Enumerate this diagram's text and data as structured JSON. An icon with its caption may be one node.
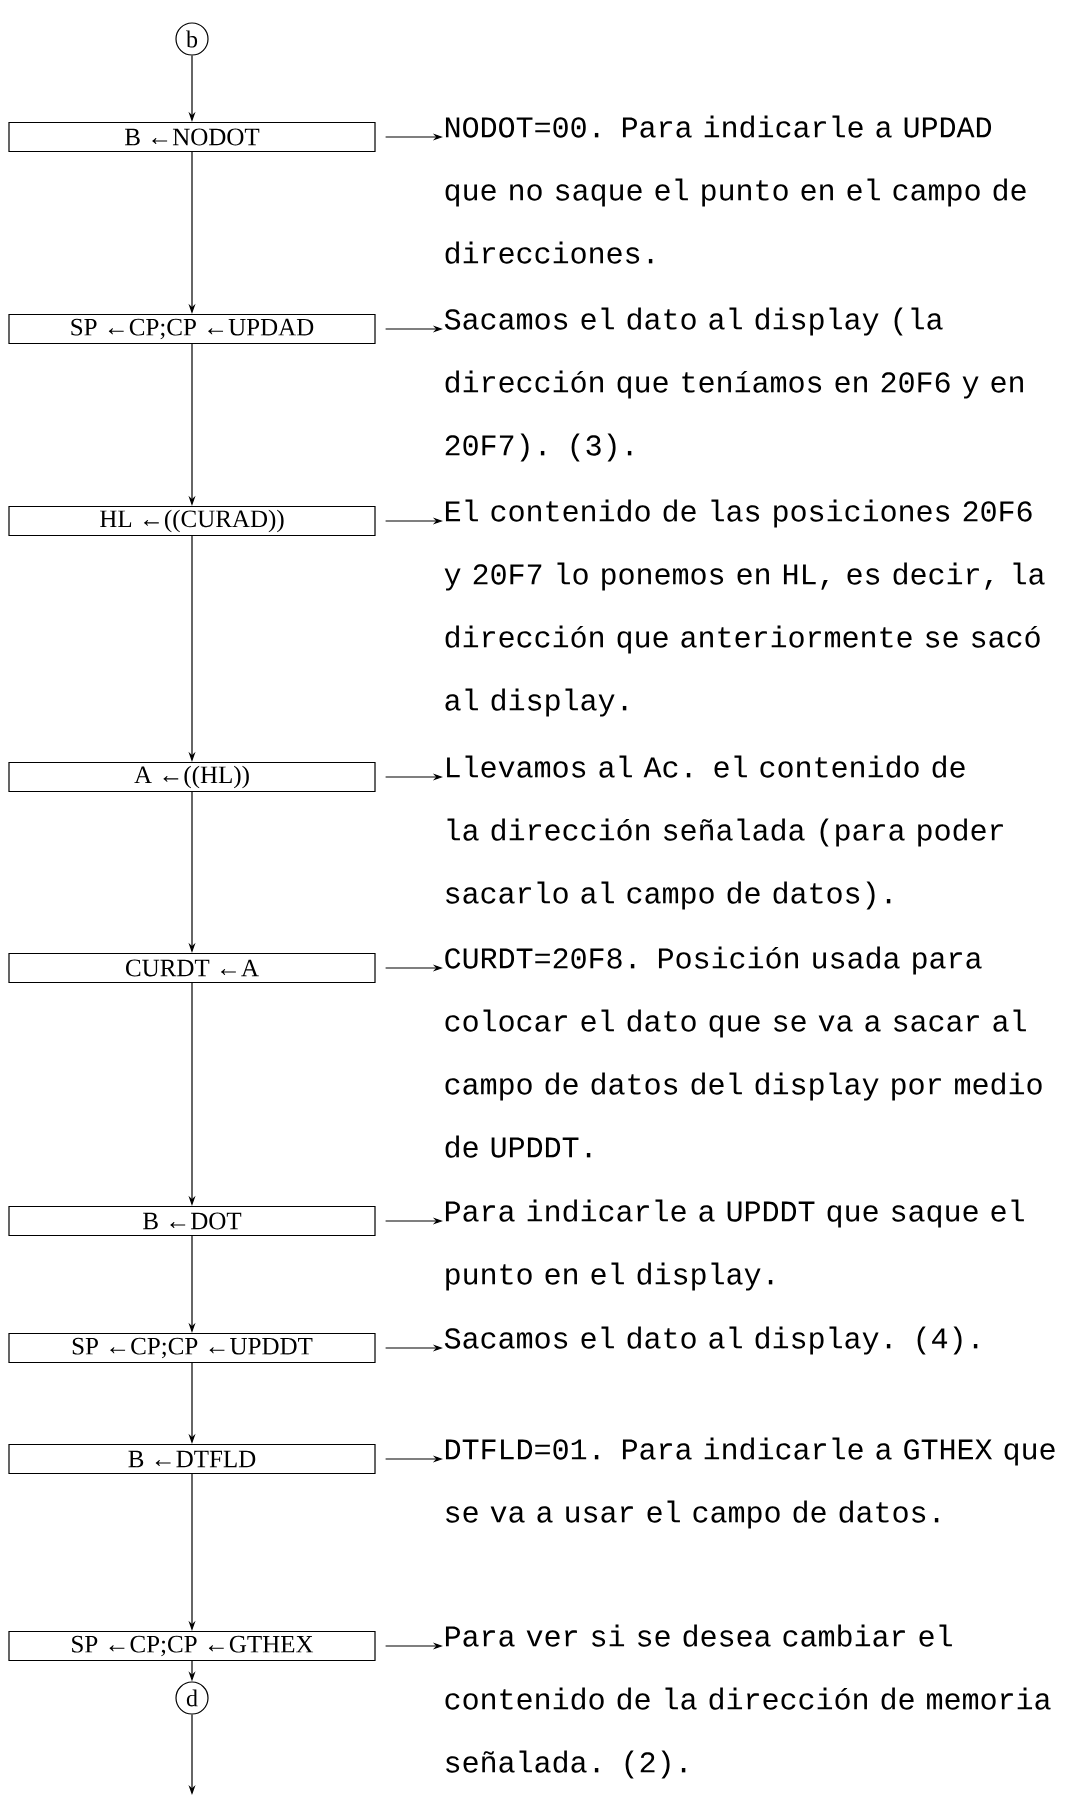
{
  "diagram": {
    "nodes": [
      {
        "text": [
          "b"
        ]
      },
      {
        "text": [
          "B ←NODOT"
        ]
      },
      {
        "text": [
          "NODOT=00. Para indicarle a UPDAD que no saque el punto en el campo de direcciones."
        ]
      },
      {
        "text": [
          "SP ←CP;CP ←UPDAD"
        ]
      },
      {
        "text": [
          "Sacamos el dato al display (la dirección que teníamos en 20F6 y en 20F7). (3)."
        ]
      },
      {
        "text": [
          "HL ←((CURAD))"
        ]
      },
      {
        "text": [
          "El contenido de las posiciones 20F6 y 20F7 lo ponemos en HL, es decir, la dirección que anteriormente se sacó al display."
        ]
      },
      {
        "text": [
          "A ←((HL))"
        ]
      },
      {
        "text": [
          "Llevamos al Ac. el contenido de la dirección señalada (para poder sacarlo al campo de datos)."
        ]
      },
      {
        "text": [
          "CURDT ←A"
        ]
      },
      {
        "text": [
          "CURDT=20F8. Posición usada para colocar el dato que se va a sacar al campo de datos del display por medio de UPDDT."
        ]
      },
      {
        "text": [
          "B ←DOT"
        ]
      },
      {
        "text": [
          "Para indicarle a UPDDT que saque el punto en el display."
        ]
      },
      {
        "text": [
          "SP ←CP;CP ←UPDDT"
        ]
      },
      {
        "text": [
          "Sacamos el dato al display. (4)."
        ]
      },
      {
        "text": [
          "B ←DTFLD"
        ]
      },
      {
        "text": [
          "DTFLD=01. Para indicarle a GTHEX que se va a usar el campo de datos."
        ]
      },
      {
        "text": [
          "SP ←CP;CP ←GTHEX"
        ]
      },
      {
        "text": [
          "Para ver si se desea cambiar el contenido de la dirección de memoria señalada. (2)."
        ]
      },
      {
        "text": [
          "d"
        ]
      }
    ],
    "edges": [
      {
        "from": 0,
        "to": 1,
        "arrow": "to"
      },
      {
        "from": 1,
        "to": 2,
        "arrow": "to"
      },
      {
        "from": 1,
        "to": 3,
        "arrow": "to"
      },
      {
        "from": 3,
        "to": 4,
        "arrow": "to"
      },
      {
        "from": 3,
        "to": 5,
        "arrow": "to"
      },
      {
        "from": 5,
        "to": 6,
        "arrow": "to"
      },
      {
        "from": 5,
        "to": 7,
        "arrow": "to"
      },
      {
        "from": 7,
        "to": 8,
        "arrow": "to"
      },
      {
        "from": 7,
        "to": 9,
        "arrow": "to"
      },
      {
        "from": 9,
        "to": 10,
        "arrow": "to"
      },
      {
        "from": 9,
        "to": 11,
        "arrow": "to"
      },
      {
        "from": 11,
        "to": 12,
        "arrow": "to"
      },
      {
        "from": 11,
        "to": 13,
        "arrow": "to"
      },
      {
        "from": 13,
        "to": 14,
        "arrow": "to"
      },
      {
        "from": 13,
        "to": 15,
        "arrow": "to"
      },
      {
        "from": 15,
        "to": 16,
        "arrow": "to"
      },
      {
        "from": 15,
        "to": 17,
        "arrow": "to"
      },
      {
        "from": 17,
        "to": 18,
        "arrow": "to"
      },
      {
        "from": 17,
        "to": 19,
        "arrow": "to"
      },
      {
        "from": 19,
        "to": null,
        "arrow": "to"
      }
    ]
  }
}
